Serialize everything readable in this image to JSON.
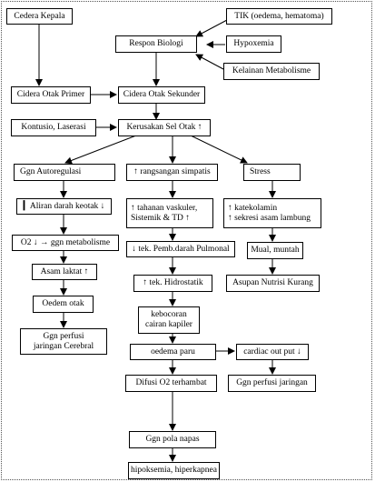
{
  "nodes": {
    "cedera_kepala": "Cedera Kepala",
    "tik": "TIK (oedema, hematoma)",
    "respon_biologi": "Respon Biologi",
    "hypoxemia": "Hypoxemia",
    "kelainan_metabolisme": "Kelainan Metabolisme",
    "cedera_otak_primer": "Cidera Otak Primer",
    "cedera_otak_sekunder": "Cidera Otak Sekunder",
    "kontusio": "Kontusio, Laserasi",
    "kerusakan_sel": "Kerusakan Sel Otak ↑",
    "ggn_autoregulasi": "Ggn Autoregulasi",
    "rangsangan_simpatis": "↑ rangsangan simpatis",
    "stress": "Stress",
    "aliran_darah": "▎Aliran darah keotak ↓",
    "tahanan_vaskuler_1": "↑ tahanan vaskuler,",
    "tahanan_vaskuler_2": "Sistemik & TD ↑",
    "katekolamin_1": "↑ katekolamin",
    "katekolamin_2": "↑ sekresi asam lambung",
    "o2_ggn_metabolisme": "O2 ↓ → ggn metabolisme",
    "tek_pemb_darah": "↓ tek. Pemb.darah Pulmonal",
    "mual_muntah": "Mual, muntah",
    "asam_laktat": "Asam laktat ↑",
    "tek_hidrostatik": "↑ tek. Hidrostatik",
    "asupan_nutrisi": "Asupan Nutrisi Kurang",
    "oedem_otak": "Oedem otak",
    "kebocoran_1": "kebocoran",
    "kebocoran_2": "cairan kapiler",
    "ggn_perfusi_cerebral_1": "Ggn perfusi",
    "ggn_perfusi_cerebral_2": "jaringan Cerebral",
    "oedema_paru": "oedema paru",
    "cardiac_output": "cardiac out put ↓",
    "difusi_o2": "Difusi O2 terhambat",
    "ggn_perfusi_jaringan": "Ggn perfusi jaringan",
    "ggn_pola_napas": "Ggn pola napas",
    "hipoksemia": "hipoksemia, hiperkapnea"
  }
}
